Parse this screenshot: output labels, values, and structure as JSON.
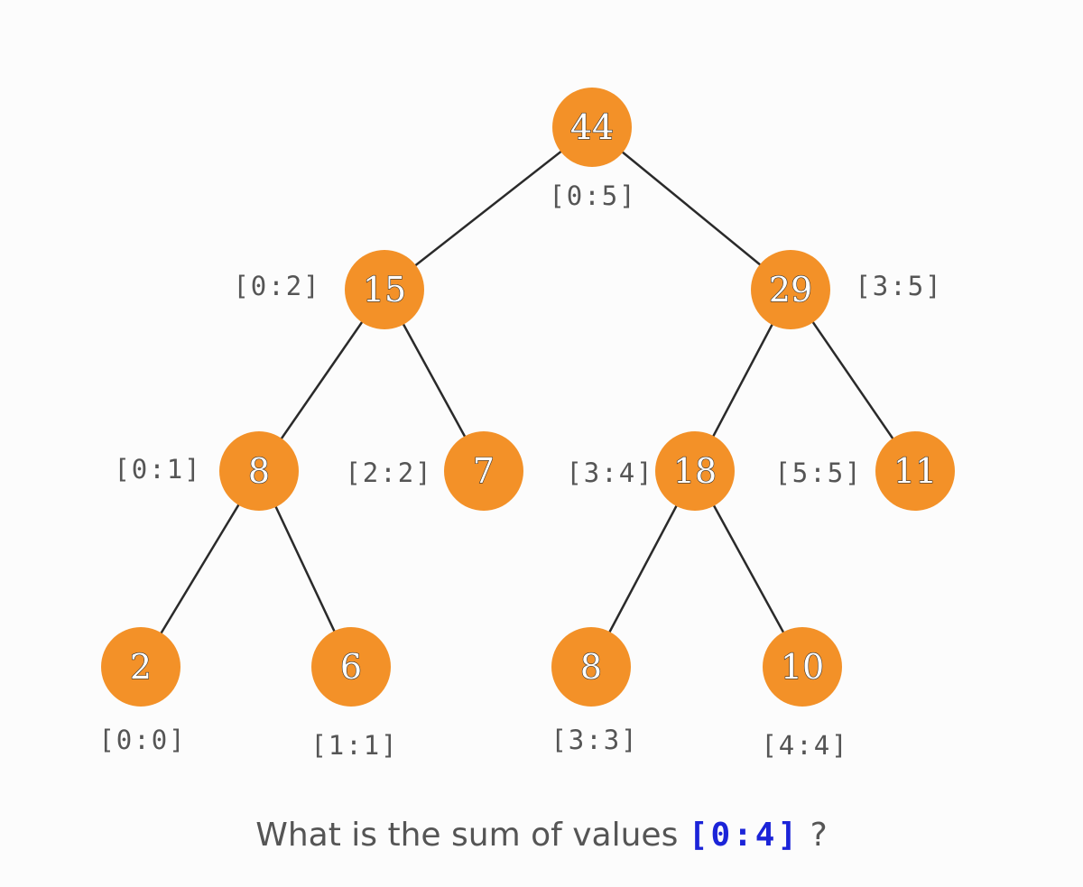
{
  "tree": {
    "nodes": [
      {
        "id": "n0",
        "value": "44",
        "range": "[0:5]"
      },
      {
        "id": "n1",
        "value": "15",
        "range": "[0:2]"
      },
      {
        "id": "n2",
        "value": "29",
        "range": "[3:5]"
      },
      {
        "id": "n3",
        "value": "8",
        "range": "[0:1]"
      },
      {
        "id": "n4",
        "value": "7",
        "range": "[2:2]"
      },
      {
        "id": "n5",
        "value": "18",
        "range": "[3:4]"
      },
      {
        "id": "n6",
        "value": "11",
        "range": "[5:5]"
      },
      {
        "id": "n7",
        "value": "2",
        "range": "[0:0]"
      },
      {
        "id": "n8",
        "value": "6",
        "range": "[1:1]"
      },
      {
        "id": "n9",
        "value": "8",
        "range": "[3:3]"
      },
      {
        "id": "n10",
        "value": "10",
        "range": "[4:4]"
      }
    ],
    "edges": [
      [
        "n0",
        "n1"
      ],
      [
        "n0",
        "n2"
      ],
      [
        "n1",
        "n3"
      ],
      [
        "n1",
        "n4"
      ],
      [
        "n2",
        "n5"
      ],
      [
        "n2",
        "n6"
      ],
      [
        "n3",
        "n7"
      ],
      [
        "n3",
        "n8"
      ],
      [
        "n5",
        "n9"
      ],
      [
        "n5",
        "n10"
      ]
    ],
    "colors": {
      "node_fill": "#f39128",
      "node_text": "#ffffff",
      "edge": "#2a2a2a",
      "range_text": "#555555",
      "highlight": "#1b24d8"
    }
  },
  "question": {
    "prefix": "What is the sum of values ",
    "range": "[0:4]",
    "suffix": " ?"
  }
}
